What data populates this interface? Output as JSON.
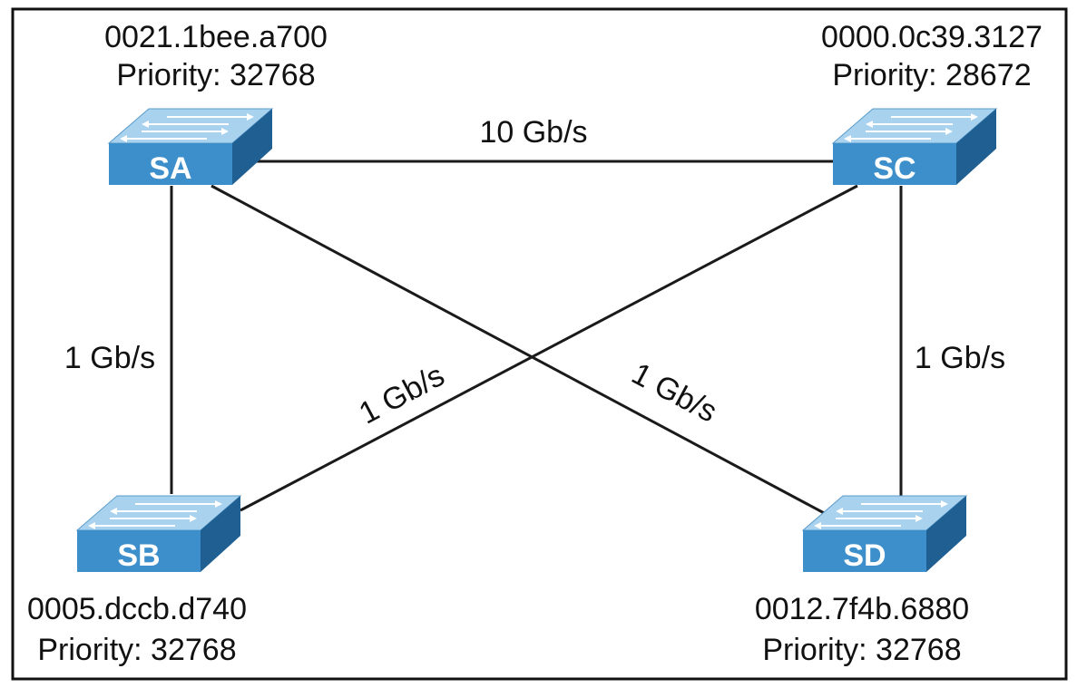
{
  "switches": [
    {
      "id": "SA",
      "name": "SA",
      "mac": "0021.1bee.a700",
      "priority": "Priority: 32768"
    },
    {
      "id": "SB",
      "name": "SB",
      "mac": "0005.dccb.d740",
      "priority": "Priority: 32768"
    },
    {
      "id": "SC",
      "name": "SC",
      "mac": "0000.0c39.3127",
      "priority": "Priority: 28672"
    },
    {
      "id": "SD",
      "name": "SD",
      "mac": "0012.7f4b.6880",
      "priority": "Priority: 32768"
    }
  ],
  "links": [
    {
      "from": "SA",
      "to": "SC",
      "speed": "10 Gb/s"
    },
    {
      "from": "SA",
      "to": "SB",
      "speed": "1 Gb/s"
    },
    {
      "from": "SC",
      "to": "SD",
      "speed": "1 Gb/s"
    },
    {
      "from": "SB",
      "to": "SC",
      "speed": "1 Gb/s"
    },
    {
      "from": "SA",
      "to": "SD",
      "speed": "1 Gb/s"
    }
  ],
  "colors": {
    "switch_top": "#a9d2ee",
    "switch_front": "#3d8fcb",
    "switch_side": "#1f5f92",
    "line": "#1a1a1a",
    "border": "#111111"
  }
}
